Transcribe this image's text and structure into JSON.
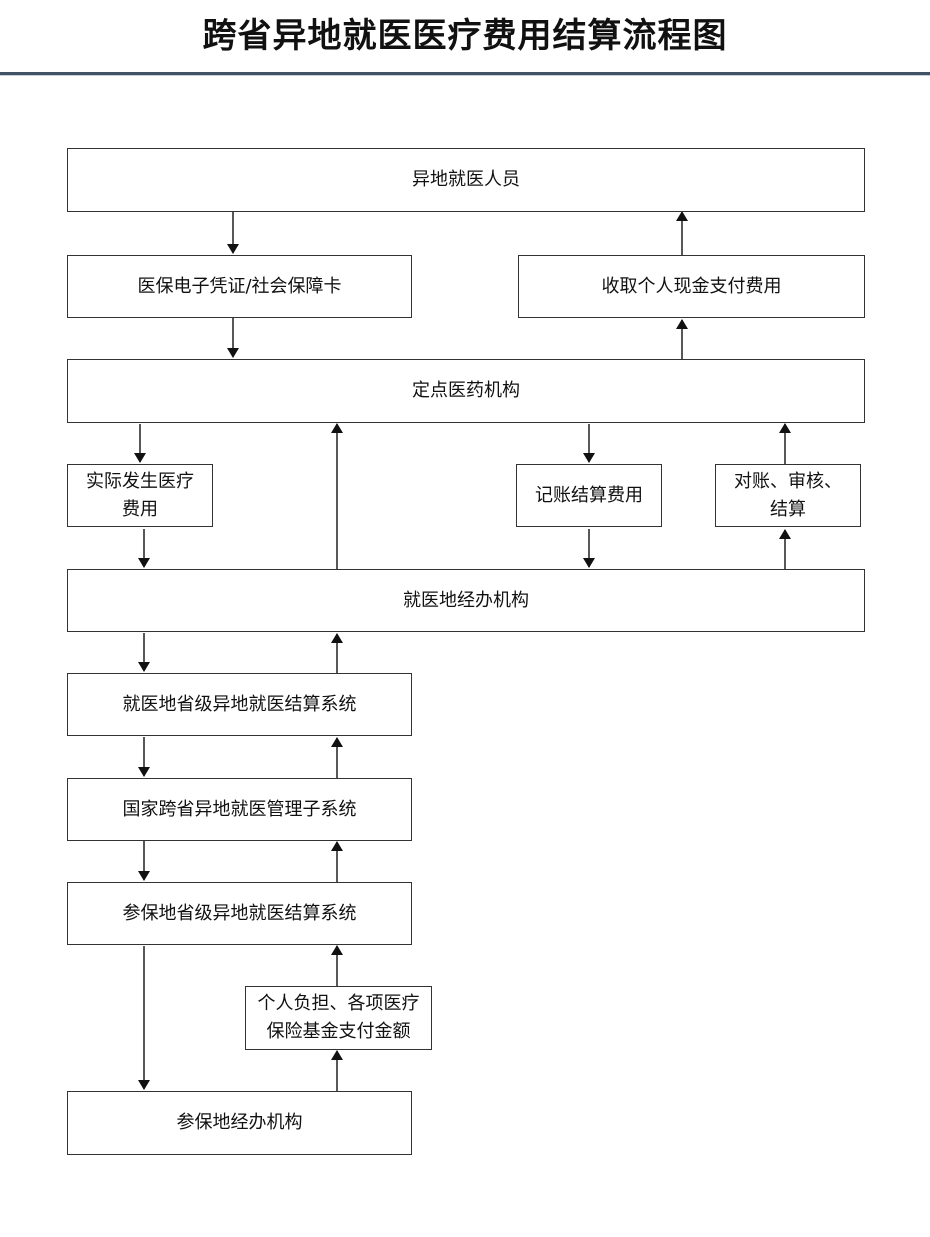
{
  "title": "跨省异地就医医疗费用结算流程图",
  "nodes": {
    "patient": "异地就医人员",
    "credential": "医保电子凭证/社会保障卡",
    "cash_payment": "收取个人现金支付费用",
    "institution": "定点医药机构",
    "actual_cost_1": "实际发生医疗",
    "actual_cost_2": "费用",
    "account_settle": "记账结算费用",
    "reconcile_1": "对账、审核、",
    "reconcile_2": "结算",
    "treatment_agency": "就医地经办机构",
    "treatment_provincial": "就医地省级异地就医结算系统",
    "national_system": "国家跨省异地就医管理子系统",
    "insured_provincial": "参保地省级异地就医结算系统",
    "amounts_1": "个人负担、各项医疗",
    "amounts_2": "保险基金支付金额",
    "insured_agency": "参保地经办机构"
  }
}
